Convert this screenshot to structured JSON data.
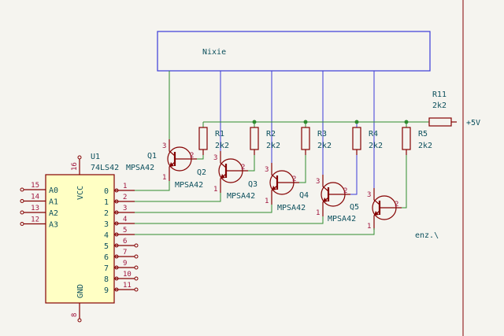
{
  "nixie": {
    "label": "Nixie"
  },
  "u1": {
    "ref": "U1",
    "value": "74LS42",
    "vcc_label": "VCC",
    "gnd_label": "GND",
    "vcc_pin": "16",
    "gnd_pin": "8",
    "left_pins": [
      {
        "name": "A0",
        "num": "15"
      },
      {
        "name": "A1",
        "num": "14"
      },
      {
        "name": "A2",
        "num": "13"
      },
      {
        "name": "A3",
        "num": "12"
      }
    ],
    "right_pins": [
      {
        "name": "0",
        "num": "1"
      },
      {
        "name": "1",
        "num": "2"
      },
      {
        "name": "2",
        "num": "3"
      },
      {
        "name": "3",
        "num": "4"
      },
      {
        "name": "4",
        "num": "5"
      },
      {
        "name": "5",
        "num": "6"
      },
      {
        "name": "6",
        "num": "7"
      },
      {
        "name": "7",
        "num": "9"
      },
      {
        "name": "8",
        "num": "10"
      },
      {
        "name": "9",
        "num": "11"
      }
    ]
  },
  "transistors": [
    {
      "ref": "Q1",
      "value": "MPSA42"
    },
    {
      "ref": "Q2",
      "value": "MPSA42"
    },
    {
      "ref": "Q3",
      "value": "MPSA42"
    },
    {
      "ref": "Q4",
      "value": "MPSA42"
    },
    {
      "ref": "Q5",
      "value": "MPSA42"
    }
  ],
  "transistor_pins": {
    "c": "3",
    "b": "2",
    "e": "1"
  },
  "resistors": [
    {
      "ref": "R1",
      "value": "2k2"
    },
    {
      "ref": "R2",
      "value": "2k2"
    },
    {
      "ref": "R3",
      "value": "2k2"
    },
    {
      "ref": "R4",
      "value": "2k2"
    },
    {
      "ref": "R5",
      "value": "2k2"
    },
    {
      "ref": "R11",
      "value": "2k2"
    }
  ],
  "power": {
    "label": "+5V"
  },
  "note": {
    "text": "enz.\\"
  }
}
